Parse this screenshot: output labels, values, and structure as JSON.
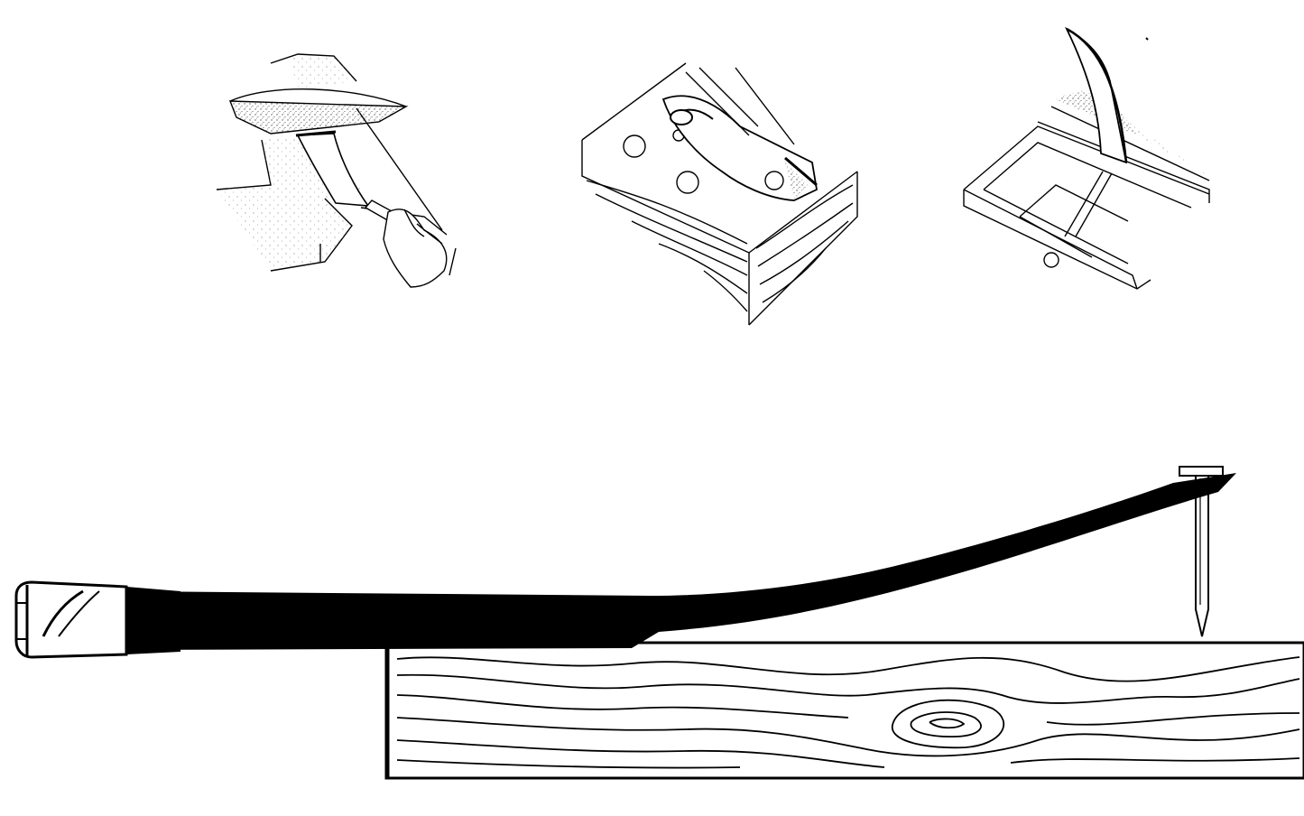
{
  "figure": {
    "panels": [
      {
        "id": "roof-shingle",
        "description_icon": "shingle-lifting-icon"
      },
      {
        "id": "furniture-edge",
        "description_icon": "panel-prying-icon"
      },
      {
        "id": "drawer-box",
        "description_icon": "drawer-prying-icon"
      }
    ],
    "main": {
      "id": "nail-puller-over-board",
      "icon": "nail-puller-icon"
    },
    "colors": {
      "ink": "#000000",
      "paper": "#ffffff",
      "stipple": "#777777"
    }
  }
}
